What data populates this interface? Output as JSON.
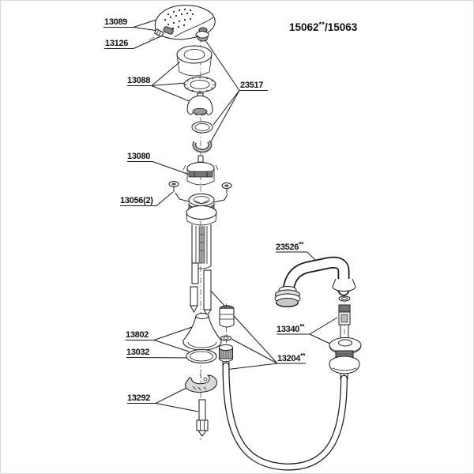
{
  "title": {
    "part1": "15062",
    "sup": "**",
    "part2": "/15063"
  },
  "diagram_colors": {
    "line": "#1a1a1a",
    "shade_dark": "#777777",
    "shade_light": "#d9d9d9",
    "background": "#ffffff"
  },
  "labels": [
    {
      "id": "13089",
      "text": "13089",
      "sup": ""
    },
    {
      "id": "13126",
      "text": "13126",
      "sup": ""
    },
    {
      "id": "13088",
      "text": "13088",
      "sup": ""
    },
    {
      "id": "23517",
      "text": "23517",
      "sup": ""
    },
    {
      "id": "13080",
      "text": "13080",
      "sup": ""
    },
    {
      "id": "13056",
      "text": "13056(2)",
      "sup": ""
    },
    {
      "id": "23526",
      "text": "23526",
      "sup": "**"
    },
    {
      "id": "13340",
      "text": "13340",
      "sup": "**"
    },
    {
      "id": "13802",
      "text": "13802",
      "sup": ""
    },
    {
      "id": "13032",
      "text": "13032",
      "sup": ""
    },
    {
      "id": "13204",
      "text": "13204",
      "sup": "**"
    },
    {
      "id": "13292",
      "text": "13292",
      "sup": ""
    }
  ]
}
